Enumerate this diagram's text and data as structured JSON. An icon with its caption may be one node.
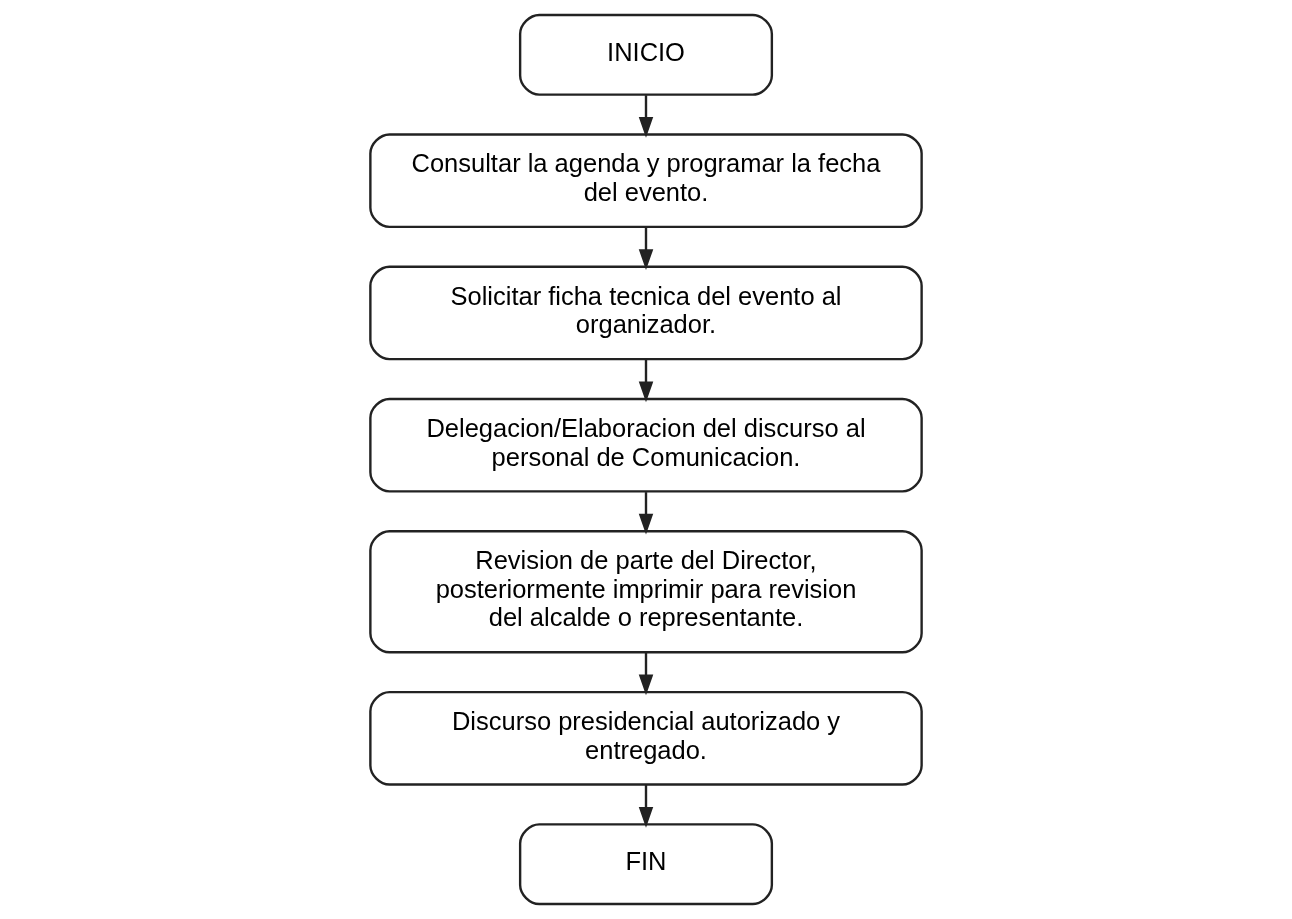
{
  "diagram": {
    "nodes": [
      {
        "text": [
          "INICIO"
        ]
      },
      {
        "text": [
          "Consultar la agenda y programar la fecha del evento."
        ]
      },
      {
        "text": [
          "Solicitar ficha tecnica del evento al organizador."
        ]
      },
      {
        "text": [
          "Delegacion/Elaboracion del discurso al personal de Comunicacion."
        ]
      },
      {
        "text": [
          "Revision de parte del Director, posteriormente imprimir para revision del alcalde o representante."
        ]
      },
      {
        "text": [
          "Discurso presidencial autorizado y entregado."
        ]
      },
      {
        "text": [
          "FIN"
        ]
      }
    ],
    "edges": [
      {
        "from": 0,
        "to": 1,
        "arrow": "to"
      },
      {
        "from": 1,
        "to": 2,
        "arrow": "to"
      },
      {
        "from": 2,
        "to": 3,
        "arrow": "to"
      },
      {
        "from": 3,
        "to": 4,
        "arrow": "to"
      },
      {
        "from": 4,
        "to": 5,
        "arrow": "to"
      },
      {
        "from": 5,
        "to": 6,
        "arrow": "to"
      }
    ]
  }
}
